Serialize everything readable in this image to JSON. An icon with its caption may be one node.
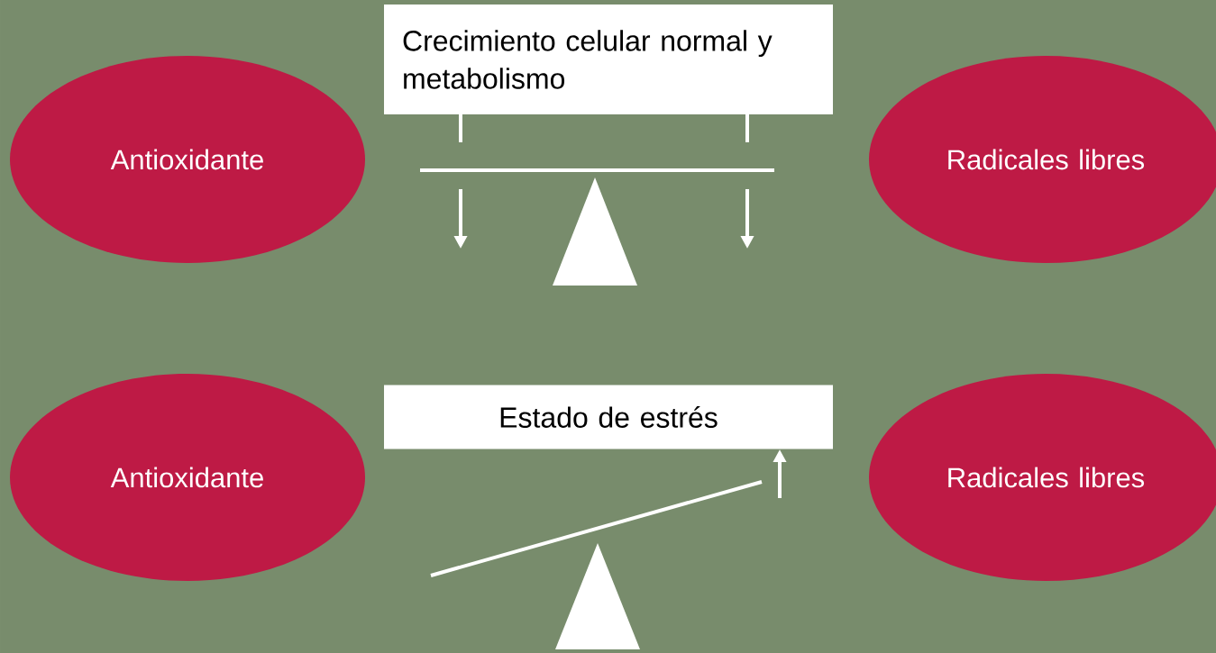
{
  "diagram": {
    "nodes": [
      {
        "text": [
          "Crecimiento celular normal y metabolismo"
        ]
      },
      {
        "text": [
          "Antioxidante"
        ]
      },
      {
        "text": [
          "Radicales libres"
        ]
      },
      {
        "text": [
          "Estado de estrés"
        ]
      },
      {
        "text": [
          "Antioxidante"
        ]
      },
      {
        "text": [
          "Radicales libres"
        ]
      }
    ]
  }
}
